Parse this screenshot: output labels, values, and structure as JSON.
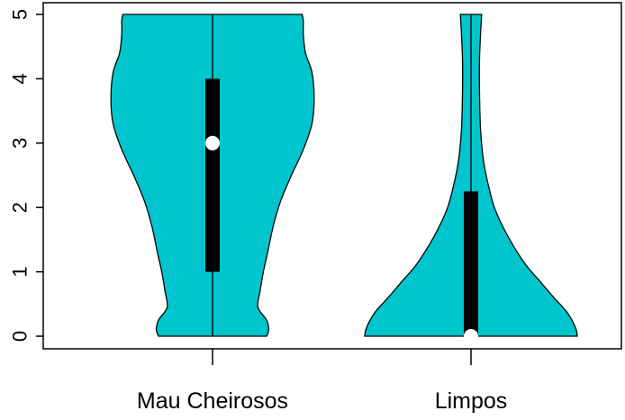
{
  "chart_data": {
    "type": "violin",
    "categories": [
      "Mau Cheirosos",
      "Limpos"
    ],
    "ylim": [
      0,
      5
    ],
    "y_ticks": [
      "0",
      "1",
      "2",
      "3",
      "4",
      "5"
    ],
    "fill_color": "#00C5CD",
    "box_color": "#000000",
    "median_color": "#ffffff",
    "series": [
      {
        "category": "Mau Cheirosos",
        "min": 0,
        "q1": 1,
        "median": 3,
        "q3": 4,
        "max": 5,
        "density": [
          [
            0.0,
            0.5
          ],
          [
            0.1,
            0.52
          ],
          [
            0.25,
            0.5
          ],
          [
            0.45,
            0.42
          ],
          [
            0.7,
            0.44
          ],
          [
            1.0,
            0.47
          ],
          [
            1.3,
            0.51
          ],
          [
            1.7,
            0.56
          ],
          [
            2.1,
            0.63
          ],
          [
            2.5,
            0.73
          ],
          [
            2.9,
            0.84
          ],
          [
            3.3,
            0.92
          ],
          [
            3.7,
            0.94
          ],
          [
            4.1,
            0.92
          ],
          [
            4.4,
            0.86
          ],
          [
            4.7,
            0.84
          ],
          [
            4.9,
            0.84
          ],
          [
            5.0,
            0.83
          ]
        ]
      },
      {
        "category": "Limpos",
        "min": 0,
        "q1": 0,
        "median": 0,
        "q3": 2.25,
        "max": 5,
        "density": [
          [
            0.0,
            1.0
          ],
          [
            0.1,
            0.99
          ],
          [
            0.25,
            0.95
          ],
          [
            0.4,
            0.89
          ],
          [
            0.6,
            0.78
          ],
          [
            0.85,
            0.65
          ],
          [
            1.1,
            0.52
          ],
          [
            1.4,
            0.4
          ],
          [
            1.7,
            0.3
          ],
          [
            2.0,
            0.22
          ],
          [
            2.3,
            0.17
          ],
          [
            2.7,
            0.12
          ],
          [
            3.2,
            0.09
          ],
          [
            3.8,
            0.08
          ],
          [
            4.3,
            0.08
          ],
          [
            4.7,
            0.09
          ],
          [
            5.0,
            0.1
          ]
        ]
      }
    ]
  }
}
